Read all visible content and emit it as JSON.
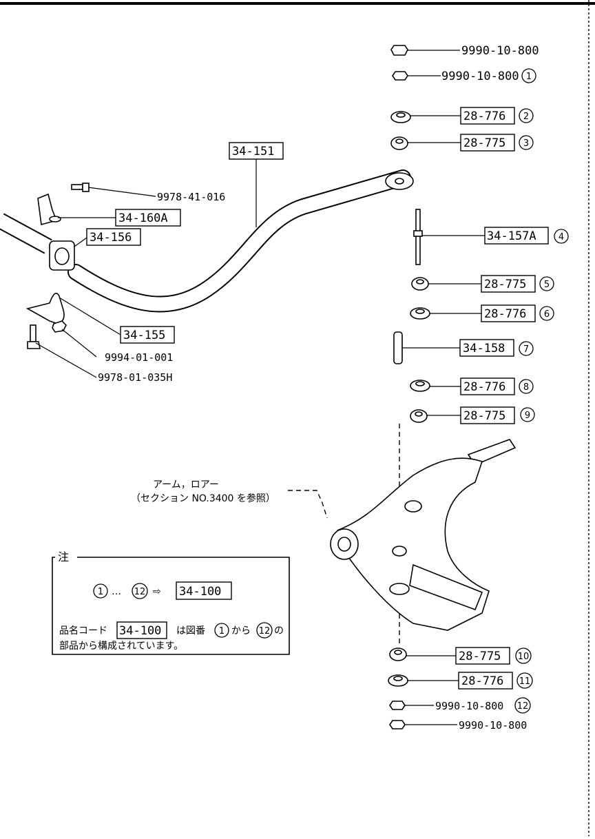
{
  "callouts": {
    "nut_top": "9990-10-800",
    "nut_1": "9990-10-800",
    "bushing_2": "28-776",
    "bushing_3": "28-775",
    "bar_main": "34-151",
    "bolt_stab": "9978-41-016",
    "bracket_160a": "34-160A",
    "bushing_156": "34-156",
    "bolt_4": "34-157A",
    "bushing_5": "28-775",
    "bushing_6": "28-776",
    "clamp_155": "34-155",
    "spacer_7": "34-158",
    "nut_9994": "9994-01-001",
    "bolt_9978": "9978-01-035H",
    "bushing_8": "28-776",
    "bushing_9": "28-775",
    "bushing_10": "28-775",
    "bushing_11": "28-776",
    "nut_12": "9990-10-800",
    "nut_bottom": "9990-10-800"
  },
  "circled_numbers": [
    "1",
    "2",
    "3",
    "4",
    "5",
    "6",
    "7",
    "8",
    "9",
    "10",
    "11",
    "12"
  ],
  "arm_reference": {
    "line1": "アーム，ロアー",
    "line2": "（セクション NO.3400 を参照）"
  },
  "note": {
    "title": "注",
    "range_dots": "…",
    "arrow": "⇨",
    "set_code": "34-100",
    "line2_prefix": "品名コード",
    "line2_code": "34-100",
    "line2_mid": "は図番",
    "line2_from": "から",
    "line2_suffix": "の",
    "line3": "部品から構成されています。"
  }
}
